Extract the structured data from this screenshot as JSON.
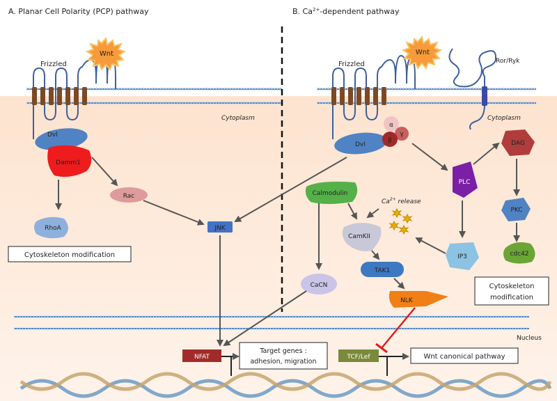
{
  "panels": {
    "a_title": "A. Planar Cell Polarity (PCP) pathway",
    "b_title_prefix": "B. Ca",
    "b_title_sup": "2+",
    "b_title_suffix": "-dependent pathway"
  },
  "labels": {
    "wnt": "Wnt",
    "frizzled": "Frizzled",
    "ror_ryk": "Ror/Ryk",
    "cytoplasm": "Cytoplasm",
    "nucleus": "Nucleus",
    "dvl": "Dvl",
    "damm1": "Damm1",
    "rac": "Rac",
    "rhoa": "RhoA",
    "jnk": "JNK",
    "alpha": "α",
    "beta": "β",
    "gamma": "γ",
    "plc": "PLC",
    "dag": "DAG",
    "pkc": "PKC",
    "cdc42": "cdc42",
    "ip3": "IP3",
    "calmodulin": "Calmodulin",
    "ca_release_prefix": "Ca",
    "ca_release_sup": "2+",
    "ca_release_suffix": " release",
    "camkii": "CamKII",
    "tak1": "TAK1",
    "cacn": "CaCN",
    "nlk": "NLK",
    "nfat": "NFAT",
    "tcf_lef": "TCF/Lef"
  },
  "boxes": {
    "cyto_mod_a": "Cytoskeleton modification",
    "cyto_mod_b_line1": "Cytoskeleton",
    "cyto_mod_b_line2": "modification",
    "target_genes_line1": "Target genes :",
    "target_genes_line2": "adhesion, migration",
    "wnt_canonical": "Wnt canonical pathway"
  },
  "colors": {
    "cytoplasm_bg": "#fde3cf",
    "membrane_line": "#4f87c5",
    "receptor": "#7a4a26",
    "frizzled_line": "#3d5f9c",
    "wnt_fill": "#f79a39",
    "dvl": "#4f83c4",
    "damm1": "#ee1c1c",
    "rac": "#de9b9b",
    "rhoa": "#8fb0dd",
    "jnk": "#4472c4",
    "plc": "#7a1fa6",
    "dag": "#b03c3c",
    "pkc": "#4f83c4",
    "cdc42": "#6aa535",
    "ip3": "#8cc3e3",
    "calmodulin": "#56b04a",
    "camkii": "#c8c8d8",
    "tak1": "#3d78c2",
    "cacn": "#c9c4e8",
    "nlk": "#f07f16",
    "nfat": "#a32a2a",
    "tcf": "#7a8a3a",
    "inhibition": "#e31b1b"
  }
}
